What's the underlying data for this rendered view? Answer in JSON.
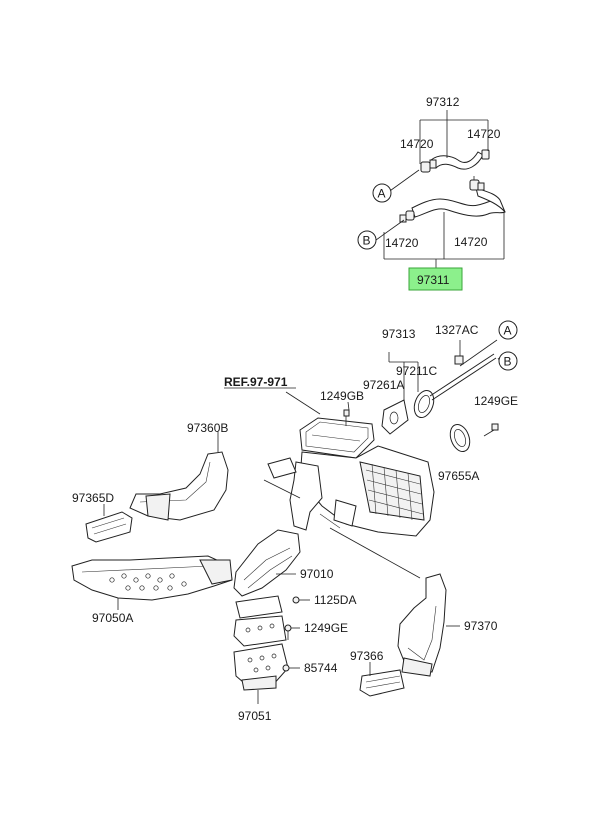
{
  "callouts": {
    "p97312": "97312",
    "p14720_tl": "14720",
    "p14720_tr": "14720",
    "p14720_bl": "14720",
    "p14720_br": "14720",
    "p97311": "97311",
    "p97313": "97313",
    "p1327AC": "1327AC",
    "p97211C": "97211C",
    "p97261A": "97261A",
    "ref97971": "REF.97-971",
    "p1249GB": "1249GB",
    "p1249GE_r": "1249GE",
    "p97360B": "97360B",
    "p97655A": "97655A",
    "p97365D": "97365D",
    "p97010": "97010",
    "p1125DA": "1125DA",
    "p97050A": "97050A",
    "p1249GE_b": "1249GE",
    "p97370": "97370",
    "p97366": "97366",
    "p85744": "85744",
    "p97051": "97051"
  },
  "markers": {
    "A": "A",
    "B": "B"
  },
  "highlight_color": "#8cf08c"
}
